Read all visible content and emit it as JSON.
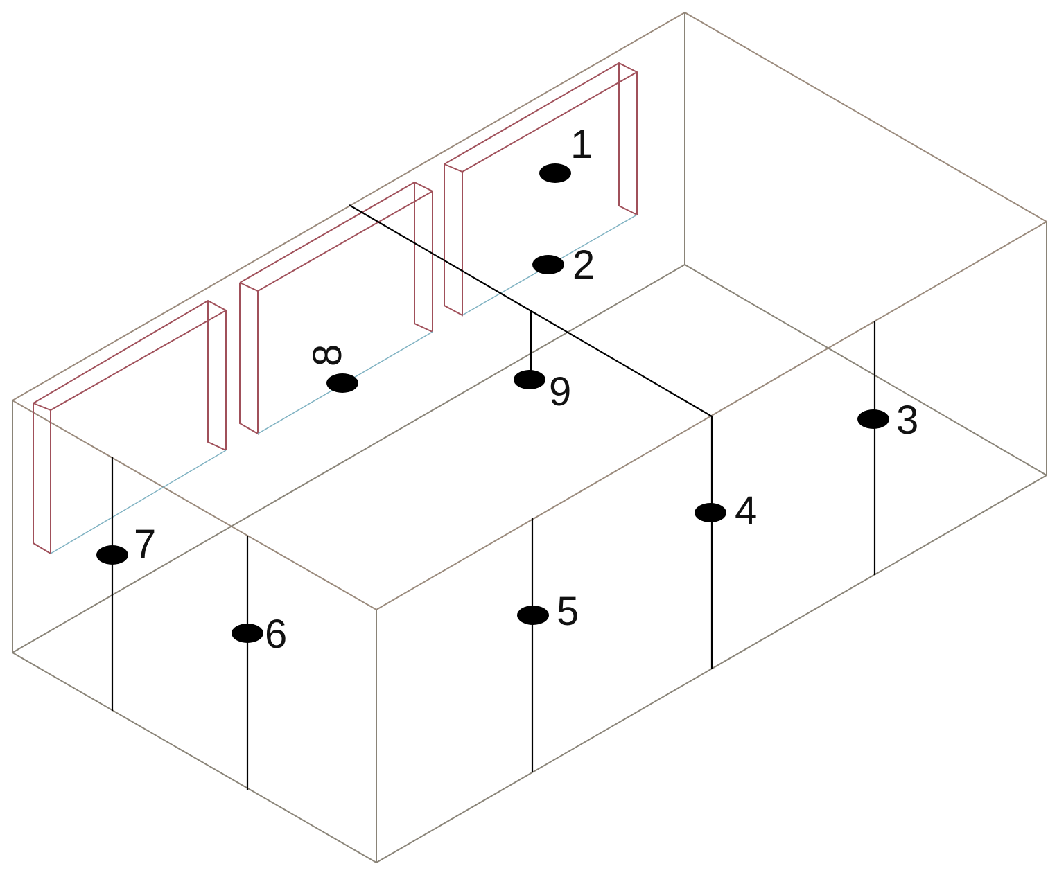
{
  "diagram": {
    "points": [
      {
        "id": "p1",
        "label": "1"
      },
      {
        "id": "p2",
        "label": "2"
      },
      {
        "id": "p3",
        "label": "3"
      },
      {
        "id": "p4",
        "label": "4"
      },
      {
        "id": "p5",
        "label": "5"
      },
      {
        "id": "p6",
        "label": "6"
      },
      {
        "id": "p7",
        "label": "7"
      },
      {
        "id": "p8",
        "label": "8"
      },
      {
        "id": "p9",
        "label": "9"
      }
    ],
    "colors": {
      "box_edges": "#8a8478",
      "panel_edges": "#a0505a",
      "panel_bottom_edges": "#7fb2c2",
      "probe_lines": "#000000",
      "markers": "#000000"
    }
  }
}
